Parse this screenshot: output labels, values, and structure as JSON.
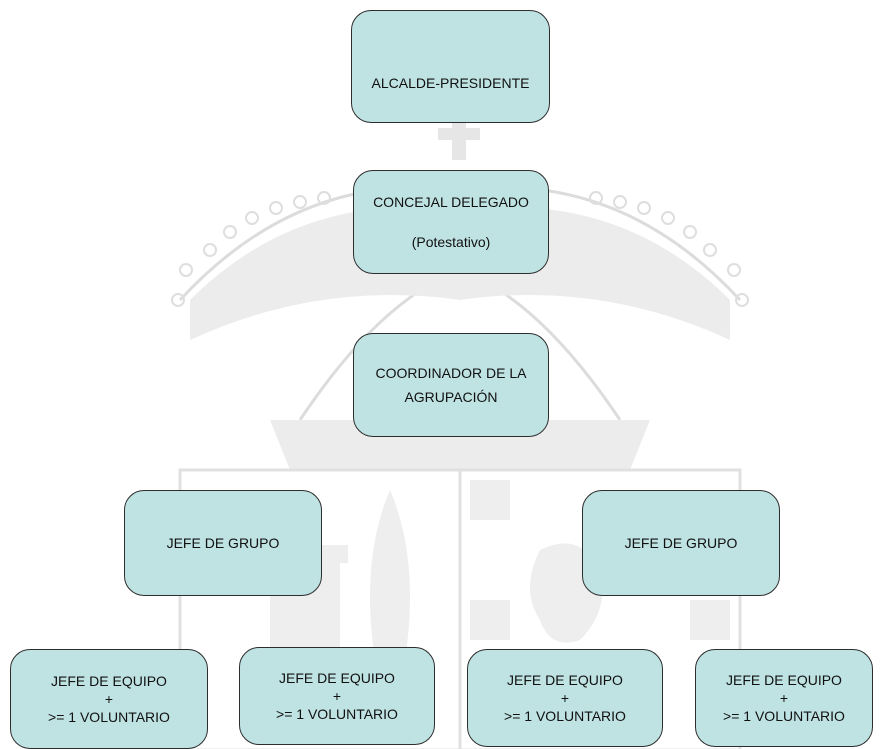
{
  "diagram": {
    "node_fill": "#bfe2e3",
    "node_border": "#2d2d2d",
    "watermark_color": "#dcdcdc",
    "nodes": {
      "alcalde": {
        "lines": [
          "ALCALDE-PRESIDENTE"
        ]
      },
      "concejal": {
        "lines": [
          "CONCEJAL DELEGADO",
          "(Potestativo)"
        ]
      },
      "coordinador": {
        "lines": [
          "COORDINADOR DE LA",
          "AGRUPACIÓN"
        ]
      },
      "jefe_grupo_1": {
        "lines": [
          "JEFE DE GRUPO"
        ]
      },
      "jefe_grupo_2": {
        "lines": [
          "JEFE DE GRUPO"
        ]
      },
      "equipo_1": {
        "lines": [
          "JEFE DE EQUIPO",
          "+",
          ">= 1 VOLUNTARIO"
        ]
      },
      "equipo_2": {
        "lines": [
          "JEFE DE EQUIPO",
          "+",
          ">= 1 VOLUNTARIO"
        ]
      },
      "equipo_3": {
        "lines": [
          "JEFE DE EQUIPO",
          "+",
          ">= 1 VOLUNTARIO"
        ]
      },
      "equipo_4": {
        "lines": [
          "JEFE DE EQUIPO",
          "+",
          ">= 1 VOLUNTARIO"
        ]
      }
    }
  }
}
